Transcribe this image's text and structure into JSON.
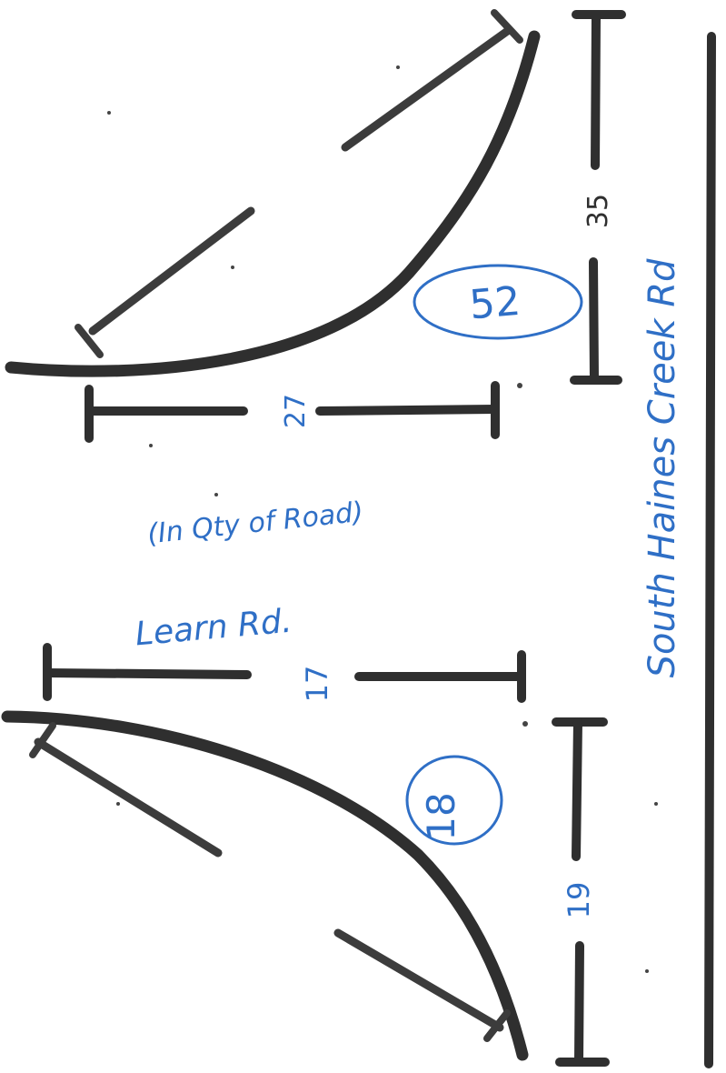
{
  "road_name": "South Haines Creek Rd",
  "side_road_name": "Learn Rd.",
  "note": "(In Qty of Road)",
  "dimensions": {
    "upper_top_segment": "35",
    "upper_width": "27",
    "lower_width": "17",
    "lower_bottom_segment": "19"
  },
  "circled_values": {
    "upper": "52",
    "lower": "18"
  },
  "colors": {
    "pencil": "#2f2f2f",
    "ink": "#2f6fc6"
  }
}
